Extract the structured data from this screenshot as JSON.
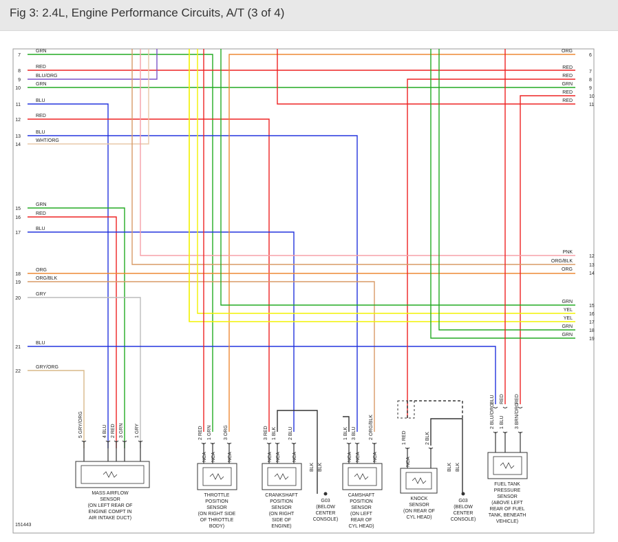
{
  "title": "Fig 3: 2.4L, Engine Performance Circuits, A/T (3 of 4)",
  "figure_number": "151443",
  "colors": {
    "GRN": "#22aa22",
    "RED": "#ee2222",
    "BLU": "#2233dd",
    "ORG": "#ee8833",
    "YEL": "#f2f200",
    "PNK": "#f5a0a8",
    "GRY": "#bbbbbb",
    "WHT/ORG": "#e8c8a8",
    "GRY/ORG": "#d8b888",
    "ORG/BLK": "#d89a66",
    "BLU/ORG": "#7a52c8",
    "BLK": "#333333"
  },
  "left_pins": [
    {
      "num": "7",
      "label": "GRN"
    },
    {
      "num": "8",
      "label": "RED"
    },
    {
      "num": "9",
      "label": "BLU/ORG"
    },
    {
      "num": "10",
      "label": "GRN"
    },
    {
      "num": "11",
      "label": "BLU"
    },
    {
      "num": "12",
      "label": "RED"
    },
    {
      "num": "13",
      "label": "BLU"
    },
    {
      "num": "14",
      "label": "WHT/ORG"
    },
    {
      "num": "15",
      "label": "GRN"
    },
    {
      "num": "16",
      "label": "RED"
    },
    {
      "num": "17",
      "label": "BLU"
    },
    {
      "num": "18",
      "label": "ORG"
    },
    {
      "num": "19",
      "label": "ORG/BLK"
    },
    {
      "num": "20",
      "label": "GRY"
    },
    {
      "num": "21",
      "label": "BLU"
    },
    {
      "num": "22",
      "label": "GRY/ORG"
    }
  ],
  "right_pins": [
    {
      "num": "6",
      "label": "ORG"
    },
    {
      "num": "7",
      "label": "RED"
    },
    {
      "num": "8",
      "label": "RED"
    },
    {
      "num": "9",
      "label": "GRN"
    },
    {
      "num": "10",
      "label": "RED"
    },
    {
      "num": "11",
      "label": "RED"
    },
    {
      "num": "12",
      "label": "PNK"
    },
    {
      "num": "13",
      "label": "ORG/BLK"
    },
    {
      "num": "14",
      "label": "ORG"
    },
    {
      "num": "15",
      "label": "GRN"
    },
    {
      "num": "16",
      "label": "YEL"
    },
    {
      "num": "17",
      "label": "YEL"
    },
    {
      "num": "18",
      "label": "GRN"
    },
    {
      "num": "19",
      "label": "GRN"
    }
  ],
  "components": [
    {
      "id": "maf",
      "lines": [
        "MASS AIRFLOW",
        "SENSOR",
        "(ON LEFT REAR OF",
        "ENGINE COMPT IN",
        "AIR INTAKE DUCT)"
      ],
      "pins": [
        {
          "label": "5 GRY/ORG",
          "nca": false
        },
        {
          "label": "4 BLU",
          "nca": false
        },
        {
          "label": "2 RED",
          "nca": false
        },
        {
          "label": "3 GRN",
          "nca": false
        },
        {
          "label": "1 GRY",
          "nca": false
        }
      ]
    },
    {
      "id": "tps",
      "lines": [
        "THROTTLE",
        "POSITION",
        "SENSOR",
        "(ON RIGHT SIDE",
        "OF THROTTLE",
        "BODY)"
      ],
      "pins": [
        {
          "label": "2 RED",
          "nca": "NCA"
        },
        {
          "label": "1 GRN",
          "nca": "NCA"
        },
        {
          "label": "3 ORG",
          "nca": "NCA"
        }
      ]
    },
    {
      "id": "ckp",
      "lines": [
        "CRANKSHAFT",
        "POSITION",
        "SENSOR",
        "(ON RIGHT",
        "SIDE OF",
        "ENGINE)"
      ],
      "pins": [
        {
          "label": "3 RED",
          "nca": "NCA"
        },
        {
          "label": "1 BLK",
          "nca": "NCA"
        },
        {
          "label": "2 BLU",
          "nca": "NCA"
        }
      ]
    },
    {
      "id": "cmp",
      "lines": [
        "CAMSHAFT",
        "POSITION",
        "SENSOR",
        "(ON LEFT",
        "REAR OF",
        "CYL HEAD)"
      ],
      "pins": [
        {
          "label": "1 BLK",
          "nca": "NCA"
        },
        {
          "label": "3 BLU",
          "nca": "NCA"
        },
        {
          "label": "2 ORG/BLK",
          "nca": "NCA"
        }
      ]
    },
    {
      "id": "knock",
      "lines": [
        "KNOCK",
        "SENSOR",
        "(ON REAR OF",
        "CYL HEAD)"
      ],
      "pins": [
        {
          "label": "1 RED",
          "nca": "NCA"
        },
        {
          "label": "2 BLK",
          "nca": false
        }
      ]
    },
    {
      "id": "ftp",
      "lines": [
        "FUEL TANK",
        "PRESSURE",
        "SENSOR",
        "(ABOVE LEFT",
        "REAR OF FUEL",
        "TANK, BENEATH",
        "VEHICLE)"
      ],
      "pins": [
        {
          "label": "2 BLU/ORG",
          "nca": false
        },
        {
          "label": "1 BLU",
          "nca": false
        },
        {
          "label": "3 BRN/ORG",
          "nca": false
        }
      ]
    }
  ],
  "grounds": [
    {
      "id": "g03a",
      "lines": [
        "G03",
        "(BELOW",
        "CENTER",
        "CONSOLE)"
      ],
      "wire_labels": [
        "BLK",
        "BLK"
      ]
    },
    {
      "id": "g03b",
      "lines": [
        "G03",
        "(BELOW",
        "CENTER",
        "CONSOLE)"
      ],
      "wire_labels": [
        "BLK",
        "BLK"
      ]
    }
  ],
  "ftp_upper_labels": [
    "BLU",
    "RED",
    "RED"
  ]
}
